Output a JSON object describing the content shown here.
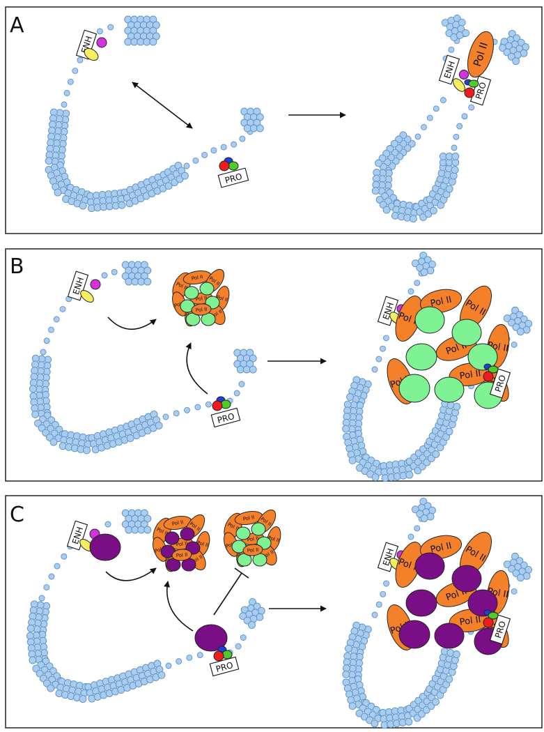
{
  "panels": [
    {
      "letter": "A"
    },
    {
      "letter": "B"
    },
    {
      "letter": "C"
    }
  ],
  "labels": {
    "enhancer": "ENH",
    "promoter": "PRO",
    "polymerase": "Pol II"
  },
  "colors": {
    "chromatin": "#a8cdf0",
    "chromatin_outline": "#5c8fc4",
    "pol_ii": "#f4802a",
    "activator_condensate": "#7ff294",
    "repressor_condensate": "#7a0e87",
    "enh_factor_magenta": "#d633e0",
    "enh_factor_yellow": "#f4f060",
    "pro_factor_red": "#ee1c1c",
    "pro_factor_green": "#4ecc2a",
    "pro_factor_blue": "#1e40d8"
  }
}
